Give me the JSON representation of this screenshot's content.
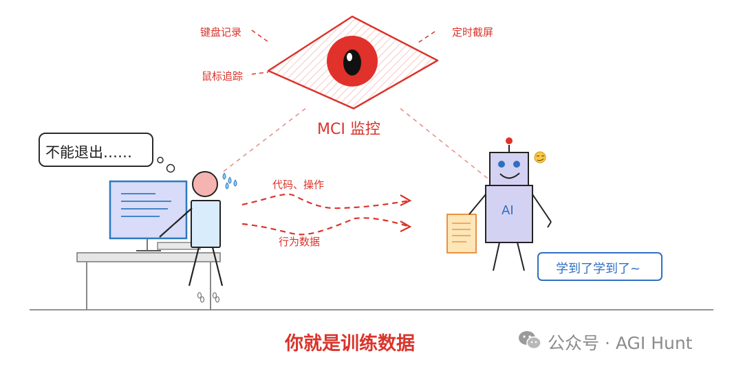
{
  "labels": {
    "keyboard": "键盘记录",
    "screenshot": "定时截屏",
    "mouse": "鼠标追踪",
    "mci": "MCI 监控",
    "speech": "不能退出……",
    "code_ops": "代码、操作",
    "behavior": "行为数据",
    "ai": "AI",
    "robot_speech": "学到了学到了~",
    "caption": "你就是训练数据",
    "watermark": "公众号 · AGI Hunt"
  },
  "colors": {
    "accent_red": "#d9342b",
    "robot_blue": "#2f6fc2",
    "robot_body": "#d4d2f2",
    "screen": "#d8dcf8",
    "paper": "#fde6b8",
    "face": "#f6b4b0"
  },
  "icons": {
    "sweat": "sweat-drops-icon",
    "emoji": "smirk-emoji-icon",
    "watermark": "wechat-icon",
    "chain": "chain-icon"
  }
}
